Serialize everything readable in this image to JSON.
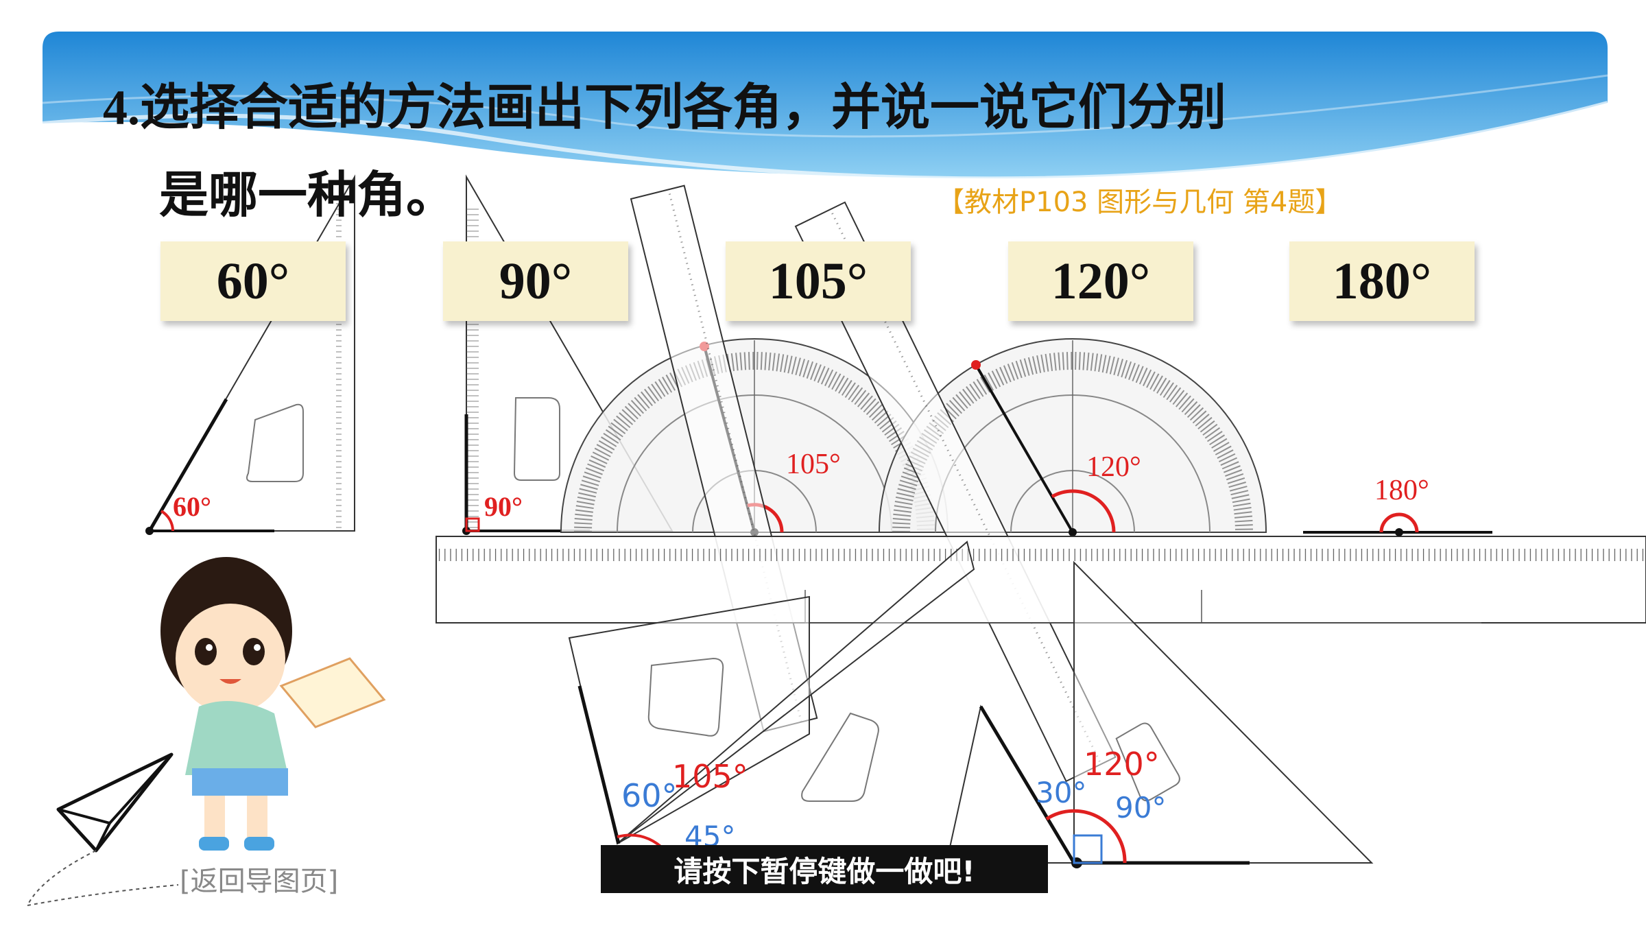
{
  "title": {
    "number": "4.",
    "line1": "选择合适的方法画出下列各角，并说一说它们分别",
    "line2": "是哪一种角。"
  },
  "reference": "【教材P103 图形与几何 第4题】",
  "angle_cards": [
    "60°",
    "90°",
    "105°",
    "120°",
    "180°"
  ],
  "drawn_angles": {
    "a60": "60°",
    "a90": "90°",
    "a105": "105°",
    "a120": "120°",
    "a180": "180°"
  },
  "setsquare_labels": {
    "left_60": "60°",
    "left_105": "105°",
    "left_45": "45°",
    "right_30": "30°",
    "right_120": "120°",
    "right_90": "90°"
  },
  "back_link": "[返回导图页]",
  "pause_button": "请按下暂停键做一做吧!",
  "colors": {
    "banner": "#2f8fd8",
    "reference": "#e8a317",
    "angle_red": "#e02020",
    "set_blue": "#3a7bd5",
    "card": "#f8f1cf"
  }
}
